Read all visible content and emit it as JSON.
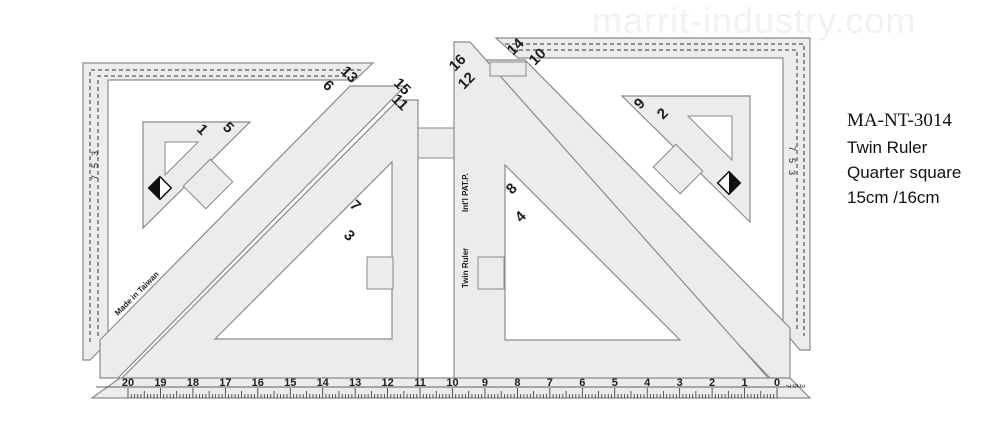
{
  "watermark": "marrit-industry.com",
  "product": {
    "model": "MA-NT-3014",
    "line1": "Twin Ruler",
    "line2": "Quarter square",
    "line3": "15cm /16cm"
  },
  "ruler_imprint": {
    "made_in": "Made in Taiwan",
    "brand": "Twin Ruler",
    "patent": "Int'l PAT.P."
  },
  "ruler_numbers": {
    "left_ruler_top": [
      "13",
      "6",
      "15",
      "11"
    ],
    "left_ruler_small_triangle": [
      "1",
      "5"
    ],
    "left_ruler_inner_triangle": [
      "7",
      "3"
    ],
    "right_ruler_top": [
      "16",
      "12",
      "14",
      "10"
    ],
    "right_ruler_small_triangle": [
      "9",
      "2"
    ],
    "right_ruler_inner_triangle": [
      "8",
      "4"
    ],
    "left_ruler_side_scale": [
      "7",
      "5",
      "3"
    ],
    "right_ruler_side_scale": [
      "7",
      "5",
      "3"
    ]
  },
  "bottom_scale": {
    "labels": [
      "20",
      "19",
      "18",
      "17",
      "16",
      "15",
      "14",
      "13",
      "12",
      "11",
      "10",
      "9",
      "8",
      "7",
      "6",
      "5",
      "4",
      "3",
      "2",
      "1",
      "0"
    ],
    "end_labels": [
      "7",
      "5",
      "3"
    ]
  },
  "colors": {
    "ruler_fill": "#ececec",
    "ruler_outline": "#8a8a8a",
    "marking": "#1f1f1f"
  }
}
